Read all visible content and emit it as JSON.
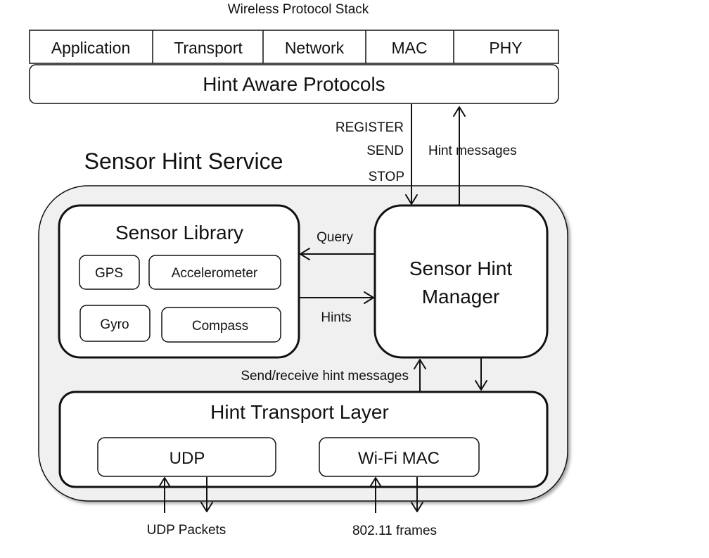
{
  "stack": {
    "title": "Wireless Protocol Stack",
    "layers": [
      "Application",
      "Transport",
      "Network",
      "MAC",
      "PHY"
    ],
    "hint_aware": "Hint Aware Protocols"
  },
  "control": {
    "register": "REGISTER",
    "send": "SEND",
    "stop": "STOP",
    "hint_messages": "Hint messages"
  },
  "service": {
    "title": "Sensor Hint Service",
    "sensor_library": {
      "title": "Sensor Library",
      "sensors": [
        "GPS",
        "Accelerometer",
        "Gyro",
        "Compass"
      ]
    },
    "query": "Query",
    "hints": "Hints",
    "manager": {
      "line1": "Sensor Hint",
      "line2": "Manager"
    },
    "send_receive": "Send/receive hint messages",
    "transport_layer": {
      "title": "Hint Transport Layer",
      "udp": "UDP",
      "wifi_mac": "Wi-Fi MAC"
    }
  },
  "external": {
    "udp_packets": "UDP Packets",
    "frames": "802.11 frames"
  }
}
